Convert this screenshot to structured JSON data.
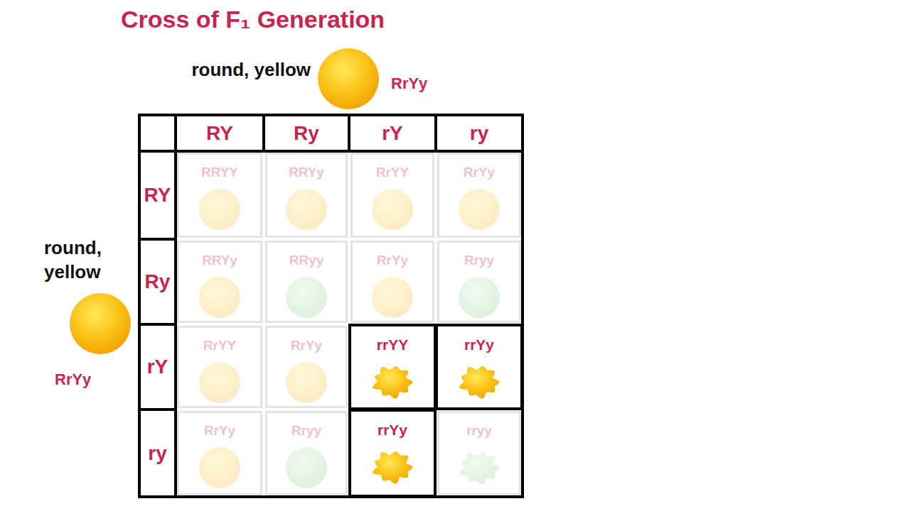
{
  "diagram": {
    "title": "Cross of F₁ Generation",
    "nodes": [
      {
        "text": [
          "round, yellow",
          "RrYy"
        ]
      },
      {
        "text": [
          "round, yellow",
          "RrYy"
        ]
      },
      {
        "text": [
          "RY"
        ]
      },
      {
        "text": [
          "Ry"
        ]
      },
      {
        "text": [
          "rY"
        ]
      },
      {
        "text": [
          "ry"
        ]
      },
      {
        "text": [
          "RY"
        ]
      },
      {
        "text": [
          "RRYY"
        ]
      },
      {
        "text": [
          "RRYy"
        ]
      },
      {
        "text": [
          "RrYY"
        ]
      },
      {
        "text": [
          "RrYy"
        ]
      },
      {
        "text": [
          "Ry"
        ]
      },
      {
        "text": [
          "RRYy"
        ]
      },
      {
        "text": [
          "RRyy"
        ]
      },
      {
        "text": [
          "RrYy"
        ]
      },
      {
        "text": [
          "Rryy"
        ]
      },
      {
        "text": [
          "rY"
        ]
      },
      {
        "text": [
          "RrYY"
        ]
      },
      {
        "text": [
          "RrYy"
        ]
      },
      {
        "text": [
          "rrYY"
        ]
      },
      {
        "text": [
          "rrYy"
        ]
      },
      {
        "text": [
          "ry"
        ]
      },
      {
        "text": [
          "RrYy"
        ]
      },
      {
        "text": [
          "Rryy"
        ]
      },
      {
        "text": [
          "rrYy"
        ]
      },
      {
        "text": [
          "rryy"
        ]
      }
    ]
  }
}
